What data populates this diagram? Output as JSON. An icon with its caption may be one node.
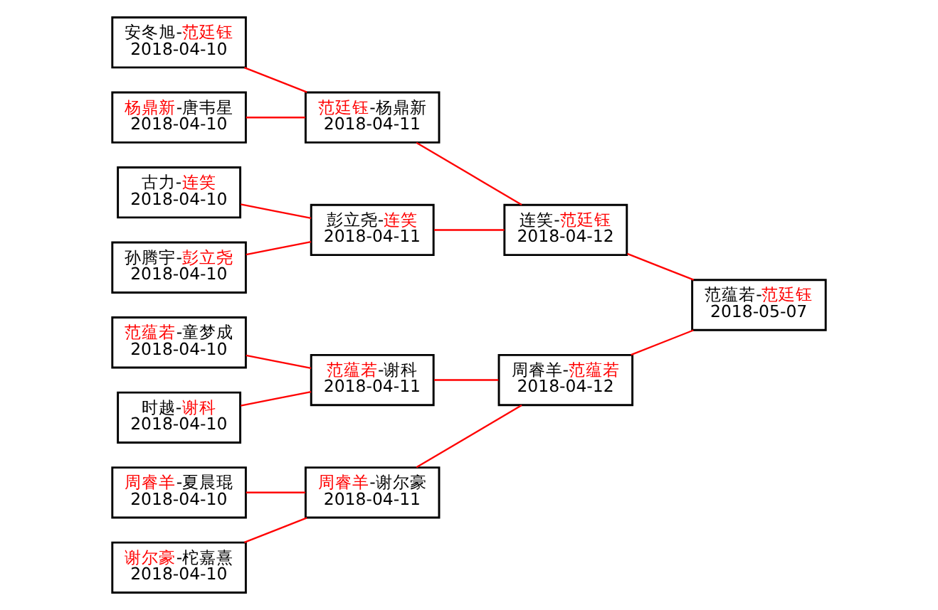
{
  "diagram": {
    "nodes": [
      {
        "text": [
          "安冬旭-范廷钰",
          "2018-04-10"
        ]
      },
      {
        "text": [
          "杨鼎新-唐韦星",
          "2018-04-10"
        ]
      },
      {
        "text": [
          "古力-连笑",
          "2018-04-10"
        ]
      },
      {
        "text": [
          "孙腾宇-彭立尧",
          "2018-04-10"
        ]
      },
      {
        "text": [
          "范蕴若-童梦成",
          "2018-04-10"
        ]
      },
      {
        "text": [
          "时越-谢科",
          "2018-04-10"
        ]
      },
      {
        "text": [
          "周睿羊-夏晨琨",
          "2018-04-10"
        ]
      },
      {
        "text": [
          "谢尔豪-柁嘉熹",
          "2018-04-10"
        ]
      },
      {
        "text": [
          "范廷钰-杨鼎新",
          "2018-04-11"
        ]
      },
      {
        "text": [
          "彭立尧-连笑",
          "2018-04-11"
        ]
      },
      {
        "text": [
          "范蕴若-谢科",
          "2018-04-11"
        ]
      },
      {
        "text": [
          "周睿羊-谢尔豪",
          "2018-04-11"
        ]
      },
      {
        "text": [
          "连笑-范廷钰",
          "2018-04-12"
        ]
      },
      {
        "text": [
          "周睿羊-范蕴若",
          "2018-04-12"
        ]
      },
      {
        "text": [
          "范蕴若-范廷钰",
          "2018-05-07"
        ]
      }
    ],
    "edges": [
      {
        "from": 0,
        "to": 8,
        "arrow": "none"
      },
      {
        "from": 1,
        "to": 8,
        "arrow": "none"
      },
      {
        "from": 2,
        "to": 9,
        "arrow": "none"
      },
      {
        "from": 3,
        "to": 9,
        "arrow": "none"
      },
      {
        "from": 4,
        "to": 10,
        "arrow": "none"
      },
      {
        "from": 5,
        "to": 10,
        "arrow": "none"
      },
      {
        "from": 6,
        "to": 11,
        "arrow": "none"
      },
      {
        "from": 7,
        "to": 11,
        "arrow": "none"
      },
      {
        "from": 8,
        "to": 12,
        "arrow": "none"
      },
      {
        "from": 9,
        "to": 12,
        "arrow": "none"
      },
      {
        "from": 10,
        "to": 13,
        "arrow": "none"
      },
      {
        "from": 11,
        "to": 13,
        "arrow": "none"
      },
      {
        "from": 12,
        "to": 14,
        "arrow": "none"
      },
      {
        "from": 13,
        "to": 14,
        "arrow": "none"
      }
    ]
  }
}
